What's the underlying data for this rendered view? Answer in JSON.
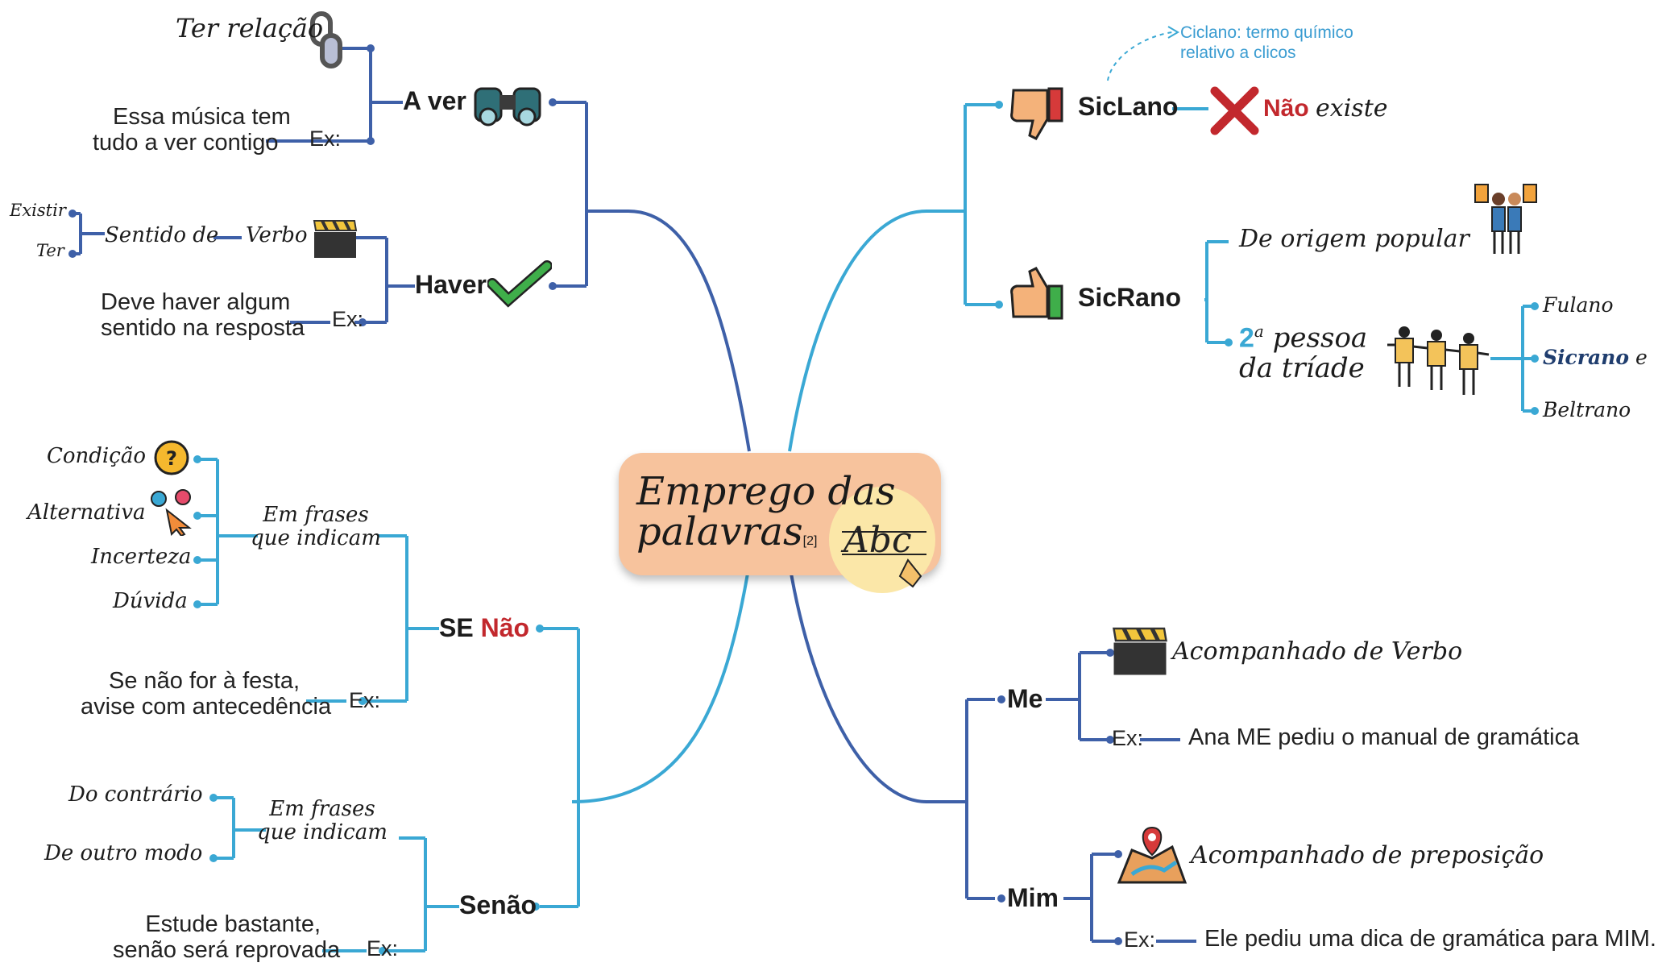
{
  "center": {
    "title_line1": "Emprego das",
    "title_line2": "palavras",
    "citation": "[2]"
  },
  "aver": {
    "label": "A ver",
    "meaning": "Ter relação",
    "example_label": "Ex:",
    "example_line1": "Essa música tem",
    "example_line2": "tudo a ver contigo"
  },
  "haver": {
    "label": "Haver",
    "verbo": "Verbo",
    "sentido": "Sentido de",
    "meanings": [
      "Existir",
      "Ter"
    ],
    "example_label": "Ex:",
    "example_line1": "Deve haver algum",
    "example_line2": "sentido na resposta"
  },
  "senao_sep": {
    "label_se": "SE",
    "label_nao": "Não",
    "phrase_line1": "Em frases",
    "phrase_line2": "que indicam",
    "uses": [
      "Condição",
      "Alternativa",
      "Incerteza",
      "Dúvida"
    ],
    "example_label": "Ex:",
    "example_line1": "Se não for à festa,",
    "example_line2": "avise com antecedência"
  },
  "senao": {
    "label": "Senão",
    "phrase_line1": "Em frases",
    "phrase_line2": "que indicam",
    "uses": [
      "Do contrário",
      "De outro modo"
    ],
    "example_label": "Ex:",
    "example_line1": "Estude bastante,",
    "example_line2": "senão será reprovada"
  },
  "siclano": {
    "label": "SicLano",
    "note_line1": "Ciclano: termo químico",
    "note_line2": "relativo a clicos",
    "nao": "Não",
    "existe": "existe"
  },
  "sicrano": {
    "label": "SicRano",
    "origin": "De origem popular",
    "pessoa_num": "2",
    "pessoa_sup": "a",
    "pessoa_line1": "pessoa",
    "pessoa_line2": "da tríade",
    "triad": [
      "Fulano",
      "Sicrano",
      "Beltrano"
    ],
    "triad_e": "e"
  },
  "me": {
    "label": "Me",
    "usage": "Acompanhado de Verbo",
    "example_label": "Ex:",
    "example": "Ana ME pediu o manual de gramática"
  },
  "mim": {
    "label": "Mim",
    "usage": "Acompanhado de preposição",
    "example_label": "Ex:",
    "example": "Ele pediu uma dica de gramática para MIM."
  },
  "colors": {
    "left_branch": "#3e60a8",
    "right_branch": "#3aa8d4",
    "center_box": "#f7c39d",
    "accent_red": "#c2282d",
    "check_green": "#3fae4a"
  },
  "icons": [
    "chain-icon",
    "binoculars-icon",
    "clapperboard-icon",
    "checkmark-icon",
    "question-bubble-icon",
    "cursor-choice-icon",
    "thumbs-down-icon",
    "red-x-icon",
    "thumbs-up-icon",
    "protesters-icon",
    "three-people-icon",
    "map-pin-icon",
    "fountain-pen-icon"
  ]
}
